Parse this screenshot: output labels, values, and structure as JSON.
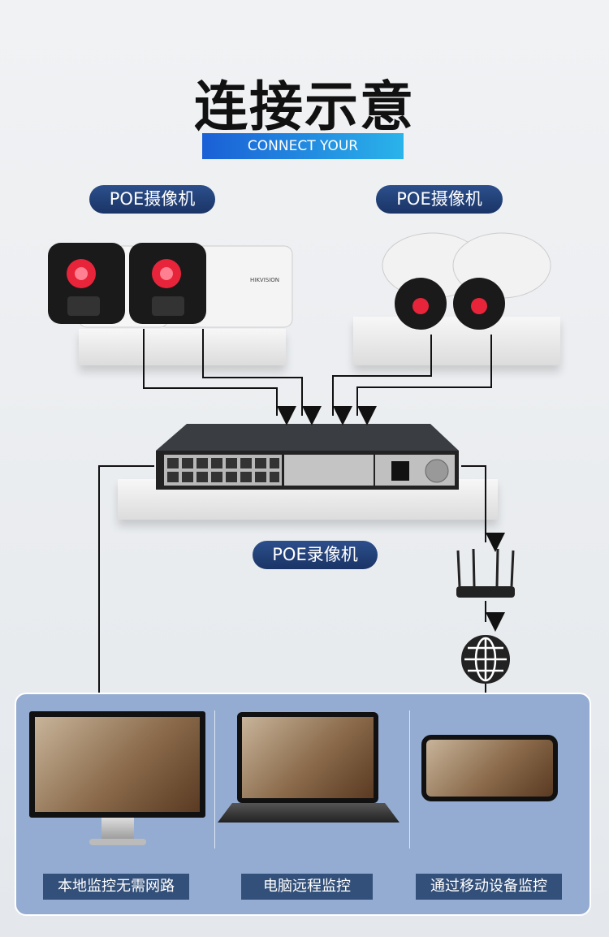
{
  "title": "连接示意",
  "subtitle": "CONNECT YOUR",
  "camera_groups": [
    {
      "label": "POE摄像机",
      "type": "bullet"
    },
    {
      "label": "POE摄像机",
      "type": "dome"
    }
  ],
  "camera_brand": "HIKVISION",
  "nvr": {
    "label": "POE录像机"
  },
  "outputs": [
    {
      "label": "本地监控无需网路",
      "device": "monitor"
    },
    {
      "label": "电脑远程监控",
      "device": "laptop"
    },
    {
      "label": "通过移动设备监控",
      "device": "phone"
    }
  ],
  "colors": {
    "banner": "#1a5fd6",
    "pill": "#1e3a6e",
    "panel": "#94acd1",
    "label": "#33507a"
  }
}
